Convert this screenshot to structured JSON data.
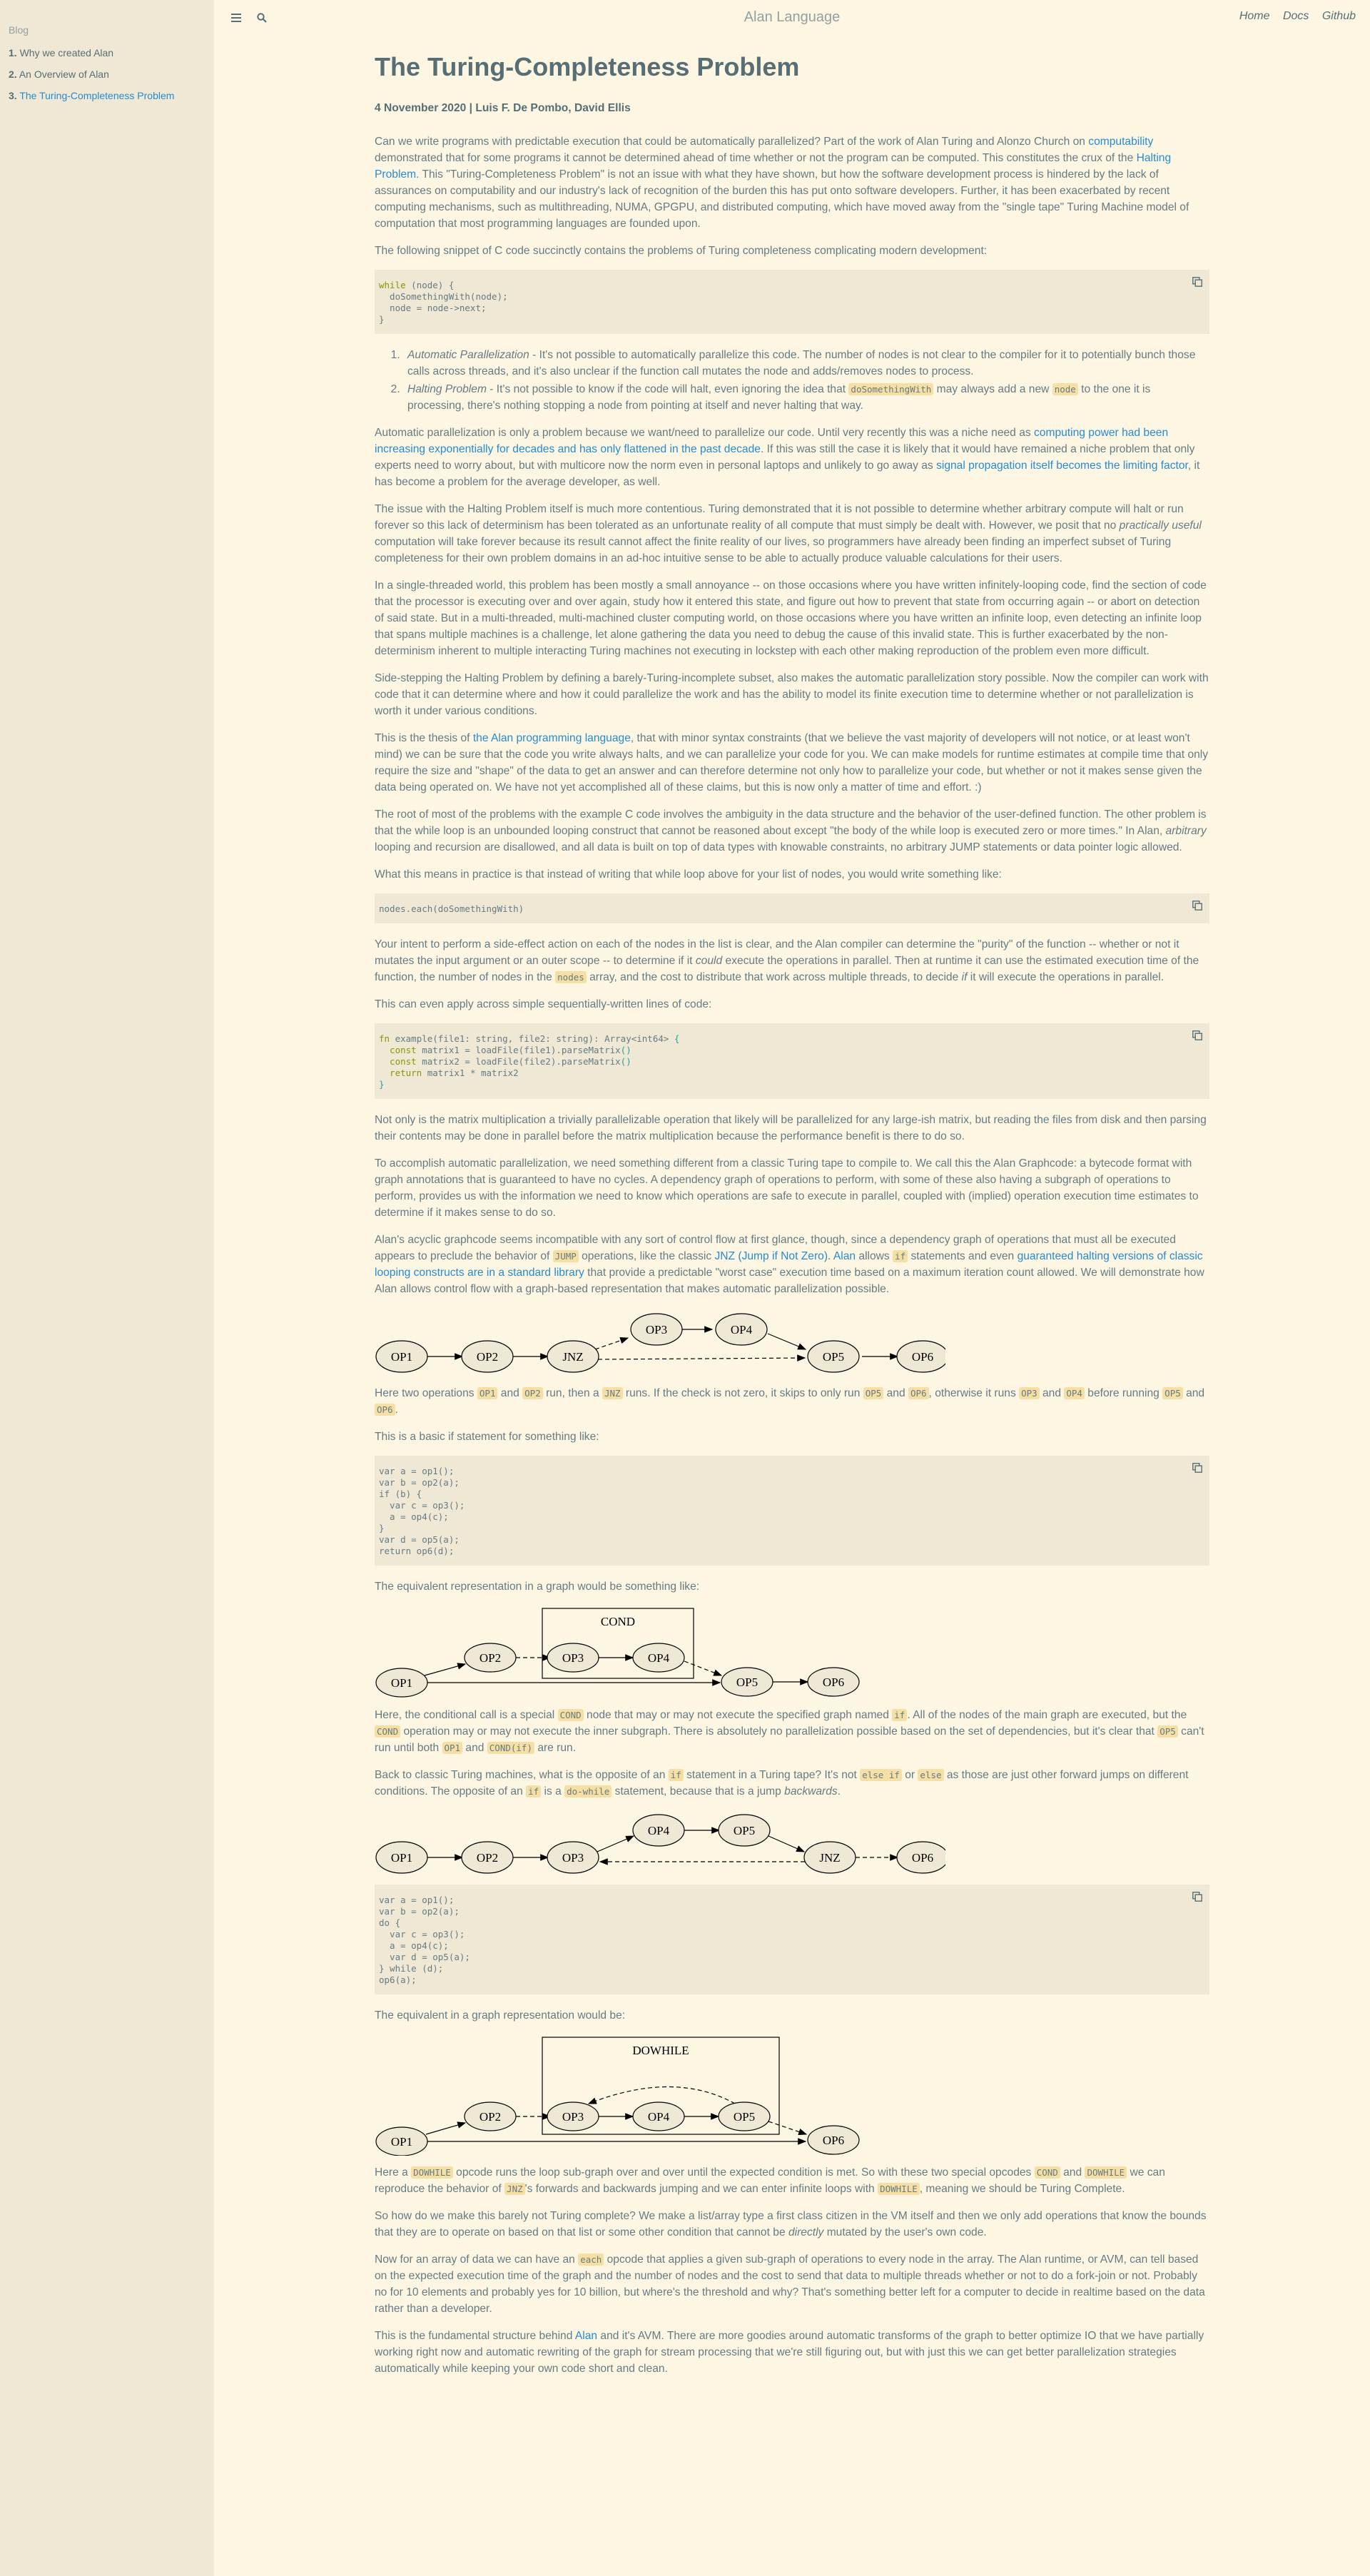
{
  "sidebar": {
    "part_title": "Blog",
    "chapters": [
      {
        "num": "1.",
        "label": "Why we created Alan"
      },
      {
        "num": "2.",
        "label": "An Overview of Alan"
      },
      {
        "num": "3.",
        "label": "The Turing-Completeness Problem"
      }
    ]
  },
  "menubar": {
    "title": "Alan Language",
    "links": [
      "Home",
      "Docs",
      "Github"
    ]
  },
  "article": {
    "title": "The Turing-Completeness Problem",
    "meta": "4 November 2020 | Luis F. De Pombo, David Ellis",
    "p1": {
      "a": "Can we write programs with predictable execution that could be automatically parallelized? Part of the work of Alan Turing and Alonzo Church on ",
      "link1": "computability",
      "b": " demonstrated that for some programs it cannot be determined ahead of time whether or not the program can be computed. This constitutes the crux of the ",
      "link2": "Halting Problem",
      "c": ". This \"Turing-Completeness Problem\" is not an issue with what they have shown, but how the software development process is hindered by the lack of assurances on computability and our industry's lack of recognition of the burden this has put onto software developers. Further, it has been exacerbated by recent computing mechanisms, such as multithreading, NUMA, GPGPU, and distributed computing, which have moved away from the \"single tape\" Turing Machine model of computation that most programming languages are founded upon."
    },
    "p2": "The following snippet of C code succinctly contains the problems of Turing completeness complicating modern development:",
    "code1": {
      "l1_kw": "while",
      "l1": " (node) {",
      "l2": "  doSomethingWith(node);",
      "l3": "  node = node->next;",
      "l4": "}"
    },
    "list": {
      "i1_em": "Automatic Parallelization",
      "i1": " - It's not possible to automatically parallelize this code. The number of nodes is not clear to the compiler for it to potentially bunch those calls across threads, and it's also unclear if the function call mutates the node and adds/removes nodes to process.",
      "i2_em": "Halting Problem",
      "i2_a": " - It's not possible to know if the code will halt, even ignoring the idea that ",
      "i2_code1": "doSomethingWith",
      "i2_b": " may always add a new ",
      "i2_code2": "node",
      "i2_c": " to the one it is processing, there's nothing stopping a node from pointing at itself and never halting that way."
    },
    "p3": {
      "a": "Automatic parallelization is only a problem because we want/need to parallelize our code. Until very recently this was a niche need as ",
      "link1": "computing power had been increasing exponentially for decades and has only flattened in the past decade",
      "b": ". If this was still the case it is likely that it would have remained a niche problem that only experts need to worry about, but with multicore now the norm even in personal laptops and unlikely to go away as ",
      "link2": "signal propagation itself becomes the limiting factor",
      "c": ", it has become a problem for the average developer, as well."
    },
    "p4": {
      "a": "The issue with the Halting Problem itself is much more contentious. Turing demonstrated that it is not possible to determine whether arbitrary compute will halt or run forever so this lack of determinism has been tolerated as an unfortunate reality of all compute that must simply be dealt with. However, we posit that no ",
      "em": "practically useful",
      "b": " computation will take forever because its result cannot affect the finite reality of our lives, so programmers have already been finding an imperfect subset of Turing completeness for their own problem domains in an ad-hoc intuitive sense to be able to actually produce valuable calculations for their users."
    },
    "p5": "In a single-threaded world, this problem has been mostly a small annoyance -- on those occasions where you have written infinitely-looping code, find the section of code that the processor is executing over and over again, study how it entered this state, and figure out how to prevent that state from occurring again -- or abort on detection of said state. But in a multi-threaded, multi-machined cluster computing world, on those occasions where you have written an infinite loop, even detecting an infinite loop that spans multiple machines is a challenge, let alone gathering the data you need to debug the cause of this invalid state. This is further exacerbated by the non-determinism inherent to multiple interacting Turing machines not executing in lockstep with each other making reproduction of the problem even more difficult.",
    "p6": "Side-stepping the Halting Problem by defining a barely-Turing-incomplete subset, also makes the automatic parallelization story possible. Now the compiler can work with code that it can determine where and how it could parallelize the work and has the ability to model its finite execution time to determine whether or not parallelization is worth it under various conditions.",
    "p7": {
      "a": "This is the thesis of ",
      "link": "the Alan programming language",
      "b": ", that with minor syntax constraints (that we believe the vast majority of developers will not notice, or at least won't mind) we can be sure that the code you write always halts, and we can parallelize your code for you. We can make models for runtime estimates at compile time that only require the size and \"shape\" of the data to get an answer and can therefore determine not only how to parallelize your code, but whether or not it makes sense given the data being operated on. We have not yet accomplished all of these claims, but this is now only a matter of time and effort. :)"
    },
    "p8": {
      "a": "The root of most of the problems with the example C code involves the ambiguity in the data structure and the behavior of the user-defined function. The other problem is that the while loop is an unbounded looping construct that cannot be reasoned about except \"the body of the while loop is executed zero or more times.\" In Alan, ",
      "em": "arbitrary",
      "b": " looping and recursion are disallowed, and all data is built on top of data types with knowable constraints, no arbitrary JUMP statements or data pointer logic allowed."
    },
    "p9": "What this means in practice is that instead of writing that while loop above for your list of nodes, you would write something like:",
    "code2": "nodes.each(doSomethingWith)",
    "p10": {
      "a": "Your intent to perform a side-effect action on each of the nodes in the list is clear, and the Alan compiler can determine the \"purity\" of the function -- whether or not it mutates the input argument or an outer scope -- to determine if it ",
      "em1": "could",
      "b": " execute the operations in parallel. Then at runtime it can use the estimated execution time of the function, the number of nodes in the ",
      "code": "nodes",
      "c": " array, and the cost to distribute that work across multiple threads, to decide ",
      "em2": "if",
      "d": " it will execute the operations in parallel."
    },
    "p11": "This can even apply across simple sequentially-written lines of code:",
    "code3": {
      "l1_kw": "fn",
      "l1_a": " example(file1: string, file2: string): Array<int64> ",
      "l1_b": "{",
      "l2_kw": "  const",
      "l2": " matrix1 = loadFile(file1).parseMatrix",
      "l2_p": "()",
      "l3_kw": "  const",
      "l3": " matrix2 = loadFile(file2).parseMatrix",
      "l3_p": "()",
      "l4_kw": "  return",
      "l4": " matrix1 * matrix2",
      "l5": "}"
    },
    "p12": "Not only is the matrix multiplication a trivially parallelizable operation that likely will be parallelized for any large-ish matrix, but reading the files from disk and then parsing their contents may be done in parallel before the matrix multiplication because the performance benefit is there to do so.",
    "p13": "To accomplish automatic parallelization, we need something different from a classic Turing tape to compile to. We call this the Alan Graphcode: a bytecode format with graph annotations that is guaranteed to have no cycles. A dependency graph of operations to perform, with some of these also having a subgraph of operations to perform, provides us with the information we need to know which operations are safe to execute in parallel, coupled with (implied) operation execution time estimates to determine if it makes sense to do so.",
    "p14": {
      "a": "Alan's acyclic graphcode seems incompatible with any sort of control flow at first glance, though, since a dependency graph of operations that must all be executed appears to preclude the behavior of ",
      "code1": "JUMP",
      "b": " operations, like the classic ",
      "link1": "JNZ (Jump if Not Zero)",
      "c": ". ",
      "link2": "Alan",
      "d": " allows ",
      "code2": "if",
      "e": " statements and even ",
      "link3": "guaranteed halting versions of classic looping constructs are in a standard library",
      "f": " that provide a predictable \"worst case\" execution time based on a maximum iteration count allowed. We will demonstrate how Alan allows control flow with a graph-based representation that makes automatic parallelization possible."
    },
    "graph_labels": {
      "op1": "OP1",
      "op2": "OP2",
      "op3": "OP3",
      "op4": "OP4",
      "op5": "OP5",
      "op6": "OP6",
      "jnz": "JNZ",
      "cond": "COND",
      "dowhile": "DOWHILE"
    },
    "p15": {
      "a": "Here two operations ",
      "c1": "OP1",
      "b": " and ",
      "c2": "OP2",
      "c": " run, then a ",
      "c3": "JNZ",
      "d": " runs. If the check is not zero, it skips to only run ",
      "c4": "OP5",
      "e": " and ",
      "c5": "OP6",
      "f": ", otherwise it runs ",
      "c6": "OP3",
      "g": " and ",
      "c7": "OP4",
      "h": " before running ",
      "c8": "OP5",
      "i": " and ",
      "c9": "OP6",
      "j": "."
    },
    "p16": "This is a basic if statement for something like:",
    "code4": [
      "var a = op1();",
      "var b = op2(a);",
      "if (b) {",
      "  var c = op3();",
      "  a = op4(c);",
      "}",
      "var d = op5(a);",
      "return op6(d);"
    ],
    "p17": "The equivalent representation in a graph would be something like:",
    "p18": {
      "a": "Here, the conditional call is a special ",
      "c1": "COND",
      "b": " node that may or may not execute the specified graph named ",
      "c2": "if",
      "c": ". All of the nodes of the main graph are executed, but the ",
      "c3": "COND",
      "d": " operation may or may not execute the inner subgraph. There is absolutely no parallelization possible based on the set of dependencies, but it's clear that ",
      "c4": "OP5",
      "e": " can't run until both ",
      "c5": "OP1",
      "f": " and ",
      "c6": "COND(if)",
      "g": " are run."
    },
    "p19": {
      "a": "Back to classic Turing machines, what is the opposite of an ",
      "c1": "if",
      "b": " statement in a Turing tape? It's not ",
      "c2": "else if",
      "c": " or ",
      "c3": "else",
      "d": " as those are just other forward jumps on different conditions. The opposite of an ",
      "c4": "if",
      "e": " is a ",
      "c5": "do-while",
      "f": " statement, because that is a jump ",
      "em": "backwards",
      "g": "."
    },
    "code5": [
      "var a = op1();",
      "var b = op2(a);",
      "do {",
      "  var c = op3();",
      "  a = op4(c);",
      "  var d = op5(a);",
      "} while (d);",
      "op6(a);"
    ],
    "p20": "The equivalent in a graph representation would be:",
    "p21": {
      "a": "Here a ",
      "c1": "DOWHILE",
      "b": " opcode runs the loop sub-graph over and over until the expected condition is met. So with these two special opcodes ",
      "c2": "COND",
      "c": " and ",
      "c3": "DOWHILE",
      "d": " we can reproduce the behavior of ",
      "c4": "JNZ",
      "e": "'s forwards and backwards jumping and we can enter infinite loops with ",
      "c5": "DOWHILE",
      "f": ", meaning we should be Turing Complete."
    },
    "p22": {
      "a": "So how do we make this barely not Turing complete? We make a list/array type a first class citizen in the VM itself and then we only add operations that know the bounds that they are to operate on based on that list or some other condition that cannot be ",
      "em": "directly",
      "b": " mutated by the user's own code."
    },
    "p23": {
      "a": "Now for an array of data we can have an ",
      "c1": "each",
      "b": " opcode that applies a given sub-graph of operations to every node in the array. The Alan runtime, or AVM, can tell based on the expected execution time of the graph and the number of nodes and the cost to send that data to multiple threads whether or not to do a fork-join or not. Probably no for 10 elements and probably yes for 10 billion, but where's the threshold and why? That's something better left for a computer to decide in realtime based on the data rather than a developer."
    },
    "p24": {
      "a": "This is the fundamental structure behind ",
      "link": "Alan",
      "b": " and it's AVM. There are more goodies around automatic transforms of the graph to better optimize IO that we have partially working right now and automatic rewriting of the graph for stream processing that we're still figuring out, but with just this we can get better parallelization strategies automatically while keeping your own code short and clean."
    }
  }
}
